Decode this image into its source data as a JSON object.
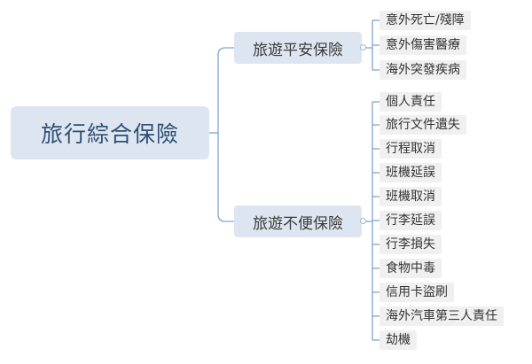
{
  "root": {
    "label": "旅行綜合保險"
  },
  "branches": [
    {
      "label": "旅遊平安保險",
      "children": [
        "意外死亡/殘障",
        "意外傷害醫療",
        "海外突發疾病"
      ]
    },
    {
      "label": "旅遊不便保險",
      "children": [
        "個人責任",
        "旅行文件遺失",
        "行程取消",
        "班機延誤",
        "班機取消",
        "行李延誤",
        "行李損失",
        "食物中毒",
        "信用卡盜刷",
        "海外汽車第三人責任",
        "劫機"
      ]
    }
  ],
  "colors": {
    "root_fill": "#dde6f0",
    "branch_fill": "#dde6f0",
    "leaf_fill": "#f0f0f0",
    "connector": "#7ea6cf",
    "root_text": "#2f4f73"
  }
}
